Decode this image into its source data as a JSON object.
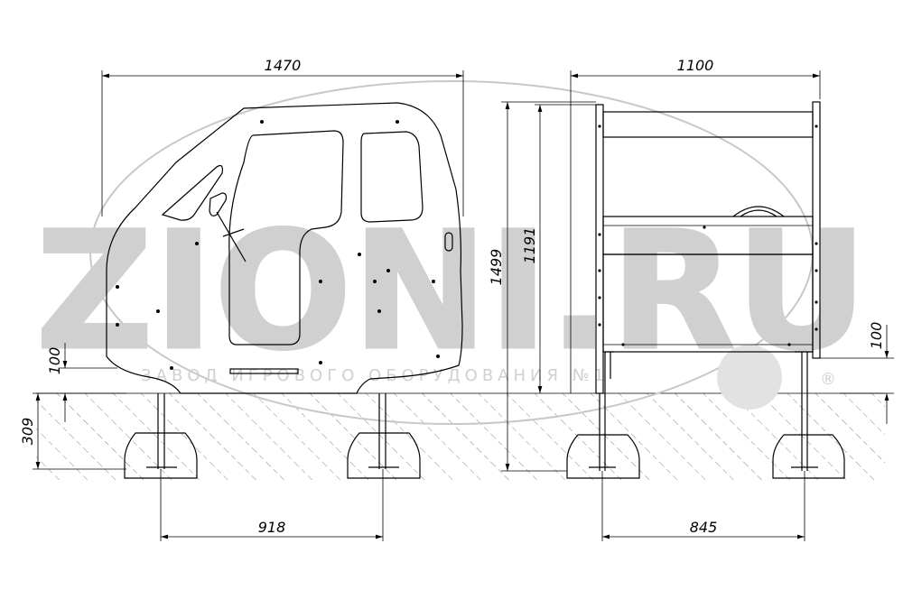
{
  "watermark": {
    "brand": "ZIONI.RU",
    "tagline": "ЗАВОД ИГРОВОГО ОБОРУДОВАНИЯ №1",
    "registered": "®"
  },
  "dimensions": {
    "front_width": "1470",
    "front_base_spacing": "918",
    "front_depth": "309",
    "front_clearance": "100",
    "side_width": "1100",
    "side_base_spacing": "845",
    "side_total_height": "1499",
    "side_height_above_ground": "1191",
    "side_clearance": "100"
  }
}
